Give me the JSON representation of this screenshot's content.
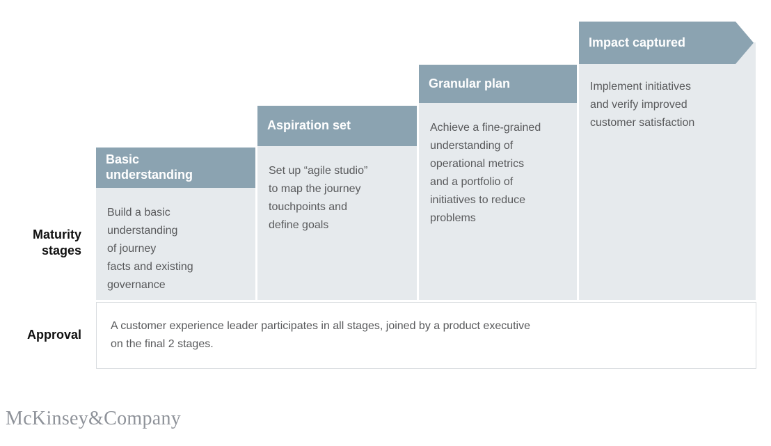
{
  "exhibit": {
    "row_labels": {
      "maturity": "Maturity stages",
      "approval": "Approval"
    },
    "stages": [
      {
        "title": "Basic\nunderstanding",
        "description": "Build a basic\nunderstanding\nof journey\nfacts and existing\ngovernance"
      },
      {
        "title": "Aspiration set",
        "description": "Set up “agile studio”\nto map the journey\ntouchpoints and\ndefine goals"
      },
      {
        "title": "Granular plan",
        "description": "Achieve a fine-grained\nunderstanding of\noperational metrics\nand a portfolio of\ninitiatives to reduce\nproblems"
      },
      {
        "title": "Impact captured",
        "description": "Implement initiatives\nand verify improved\ncustomer satisfaction"
      }
    ],
    "approval_note": "A customer experience leader participates in all stages, joined by a product executive\non the final 2 stages.",
    "footer_logo": "McKinsey&Company",
    "colors": {
      "stage_header_bg": "#8ba3b1",
      "stage_header_text": "#ffffff",
      "stage_body_bg": "#e6eaed",
      "body_text": "#58595b",
      "label_text": "#111111",
      "approval_bg": "#ffffff",
      "approval_border": "#d8dcdf",
      "logo_text": "#8e9299",
      "page_bg": "#ffffff"
    }
  }
}
